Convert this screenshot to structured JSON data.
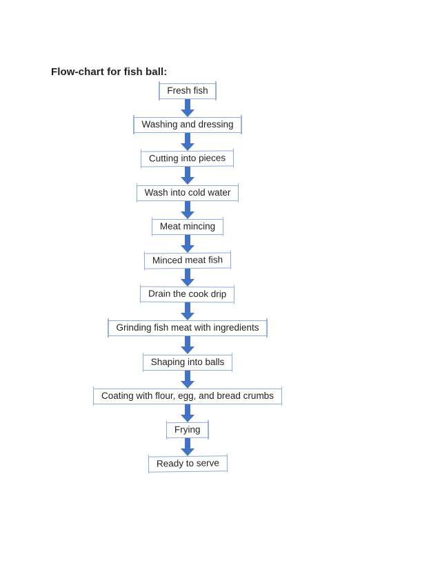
{
  "page": {
    "title": "Flow-chart for fish ball:"
  },
  "flowchart": {
    "steps": [
      {
        "label": "Fresh fish"
      },
      {
        "label": "Washing and dressing"
      },
      {
        "label": "Cutting into pieces"
      },
      {
        "label": "Wash into cold water"
      },
      {
        "label": "Meat mincing"
      },
      {
        "label": "Minced meat fish"
      },
      {
        "label": "Drain the cook drip"
      },
      {
        "label": "Grinding fish meat with ingredients"
      },
      {
        "label": "Shaping into balls"
      },
      {
        "label": "Coating with flour, egg, and bread crumbs"
      },
      {
        "label": "Frying"
      },
      {
        "label": "Ready to serve"
      }
    ],
    "colors": {
      "arrow": "#4472C4",
      "box_border": "#8FAADC",
      "text": "#1F1F1F",
      "background": "#FFFFFF"
    }
  }
}
